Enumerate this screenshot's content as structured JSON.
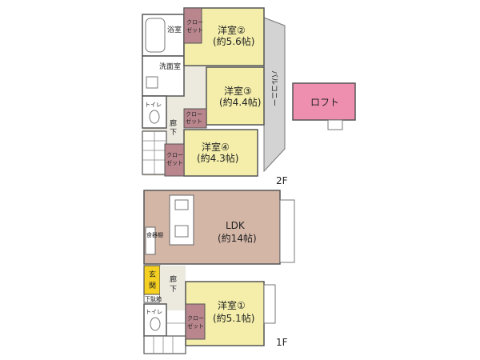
{
  "colors": {
    "bedroom": "#f4eeaa",
    "closet": "#b9868d",
    "ldk": "#d4b6a7",
    "hall": "#ece9df",
    "balcony": "#d3d3d3",
    "loft": "#ef8fb0",
    "entrance": "#f5d020",
    "wall": "#555555"
  },
  "second_floor": {
    "floor_label": "2F",
    "bath_label": "浴室",
    "wash_label": "洗面室",
    "toilet_label": "トイレ",
    "hall_label_1": "廊",
    "hall_label_2": "下",
    "balcony_label": "バルコニー",
    "loft_label": "ロフト",
    "room2_label": "洋室②",
    "room2_size": "(約5.6帖)",
    "room3_label": "洋室③",
    "room3_size": "(約4.4帖)",
    "room4_label": "洋室④",
    "room4_size": "(約4.3帖)",
    "closet_a_1": "クロー",
    "closet_a_2": "ゼット",
    "closet_b_1": "クロー",
    "closet_b_2": "ゼット",
    "closet_c_1": "クロー",
    "closet_c_2": "ゼット"
  },
  "first_floor": {
    "floor_label": "1F",
    "ldk_label": "LDK",
    "ldk_size": "(約14帖)",
    "pantry_label": "食器棚",
    "entrance_1": "玄",
    "entrance_2": "関",
    "shoe_label": "下駄箱",
    "hall_label_1": "廊",
    "hall_label_2": "下",
    "toilet_label": "トイレ",
    "room1_label": "洋室①",
    "room1_size": "(約5.1帖)",
    "closet_1": "クロー",
    "closet_2": "ゼット"
  }
}
